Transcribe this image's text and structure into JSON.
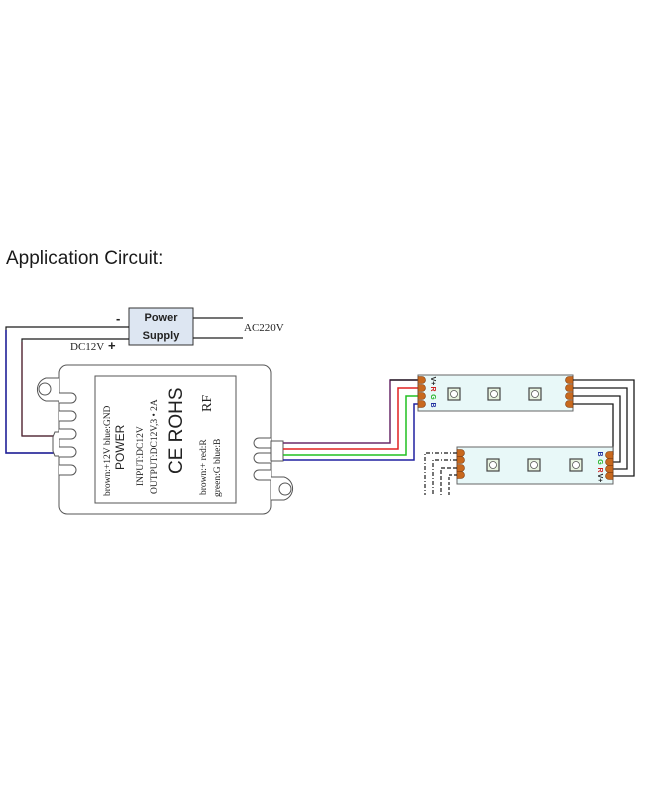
{
  "title": "Application Circuit:",
  "power_supply": {
    "line1": "Power",
    "line2": "Supply",
    "minus_sign": "-",
    "plus_sign": "+",
    "dc_label": "DC12V",
    "ac_label": "AC220V"
  },
  "controller": {
    "label_col1": "brown:+12V    blue:GND",
    "label_col2": "POWER",
    "label_col3": "INPUT:DC12V",
    "label_col4": "OUTPUT:DC12V,3 • 2A",
    "label_col5": "CE ROHS",
    "label_col6": "RF",
    "label_col7": "brown:+   red:R",
    "label_col8": "green:G  blue:B"
  },
  "strip1": {
    "pin_labels": [
      "V+",
      "R",
      "G",
      "B"
    ],
    "led_count": 3
  },
  "strip2": {
    "pin_labels": [
      "B",
      "G",
      "R",
      "V+"
    ],
    "led_count": 3
  },
  "colors": {
    "wire_black": "#1a1a1a",
    "wire_brown": "#5a2a1a",
    "wire_purple": "#6a2a6a",
    "wire_red": "#e02020",
    "wire_green": "#20c020",
    "wire_blue": "#2020a0",
    "ps_fill": "#dde6f2",
    "strip_fill": "#e8f8f8",
    "pad_fill": "#c8691e",
    "pin_V": "#222222",
    "pin_R": "#d02020",
    "pin_G": "#20b020",
    "pin_B": "#2030a0"
  }
}
